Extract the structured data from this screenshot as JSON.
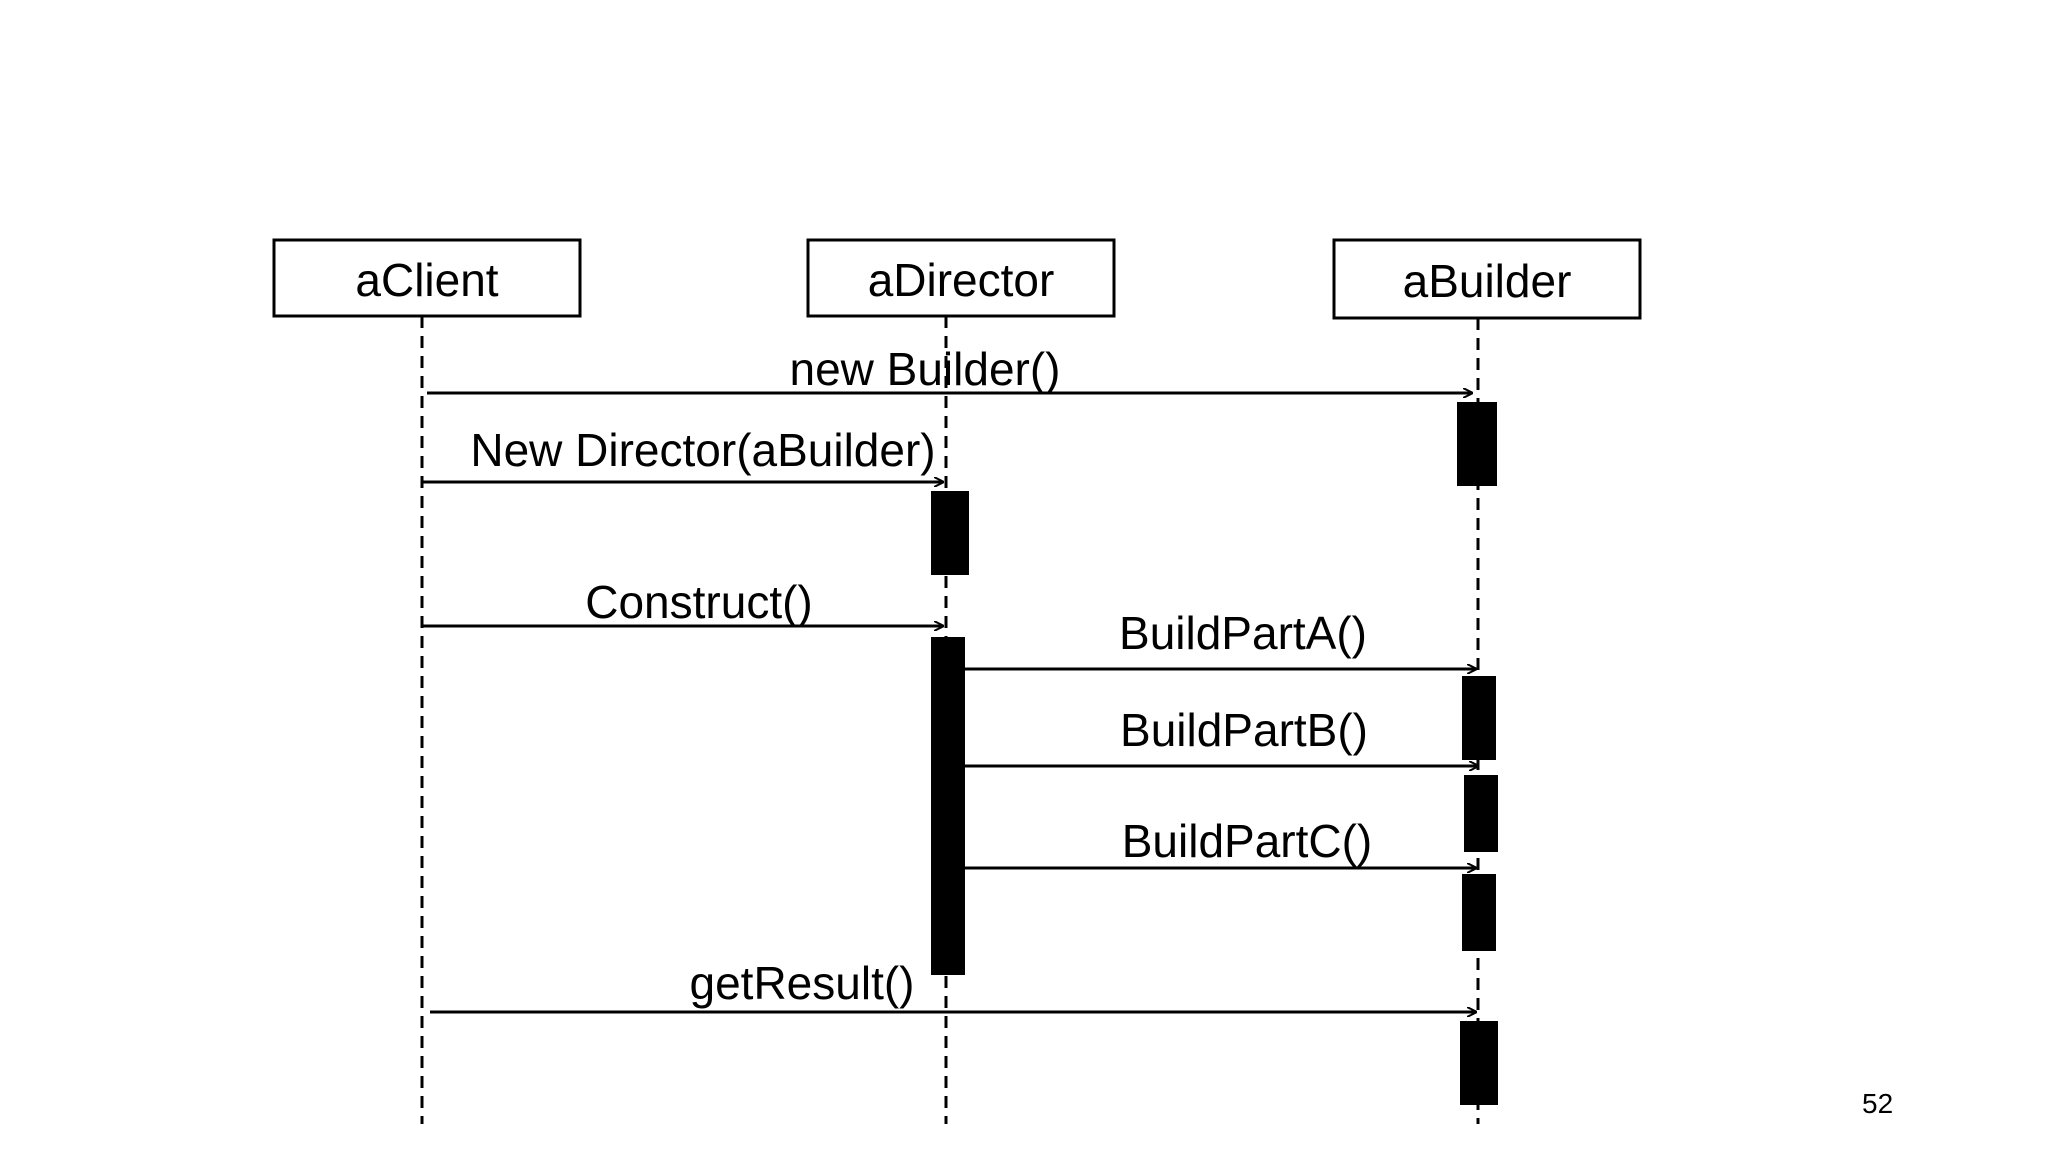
{
  "diagram": {
    "type": "uml-sequence-diagram",
    "objects": [
      {
        "id": "client",
        "label": "aClient"
      },
      {
        "id": "director",
        "label": "aDirector"
      },
      {
        "id": "builder",
        "label": "aBuilder"
      }
    ],
    "messages": [
      {
        "from": "client",
        "to": "builder",
        "label": "new Builder()"
      },
      {
        "from": "client",
        "to": "director",
        "label": "New Director(aBuilder)"
      },
      {
        "from": "client",
        "to": "director",
        "label": "Construct()"
      },
      {
        "from": "director",
        "to": "builder",
        "label": "BuildPartA()"
      },
      {
        "from": "director",
        "to": "builder",
        "label": "BuildPartB()"
      },
      {
        "from": "director",
        "to": "builder",
        "label": "BuildPartC()"
      },
      {
        "from": "client",
        "to": "builder",
        "label": "getResult()"
      }
    ]
  },
  "slide": {
    "page_number": "52"
  }
}
